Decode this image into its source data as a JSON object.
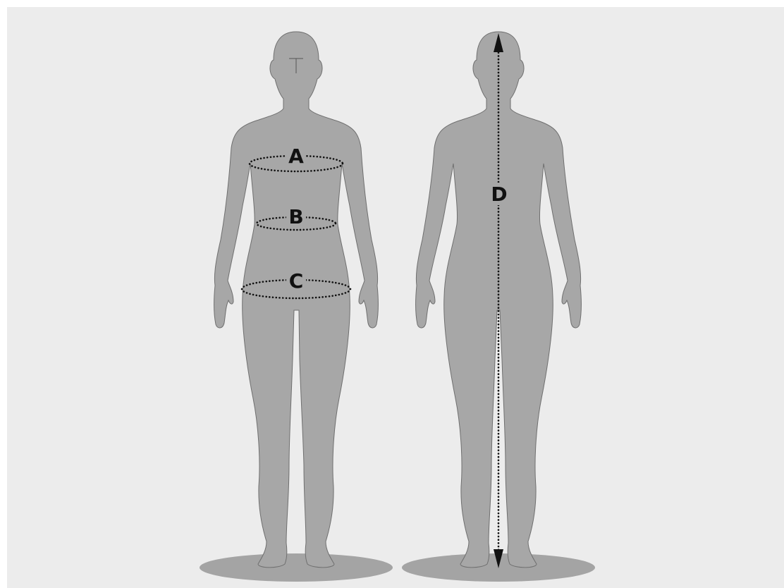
{
  "colors": {
    "background": "#ececec",
    "figure": "#a7a7a7",
    "shadow": "#a4a4a4",
    "measure_line": "#111111"
  },
  "figures": [
    {
      "view": "front",
      "icon": "female-body-front-silhouette"
    },
    {
      "view": "back",
      "icon": "female-body-back-silhouette"
    }
  ],
  "labels": {
    "a": "A",
    "b": "B",
    "c": "C",
    "d": "D"
  }
}
